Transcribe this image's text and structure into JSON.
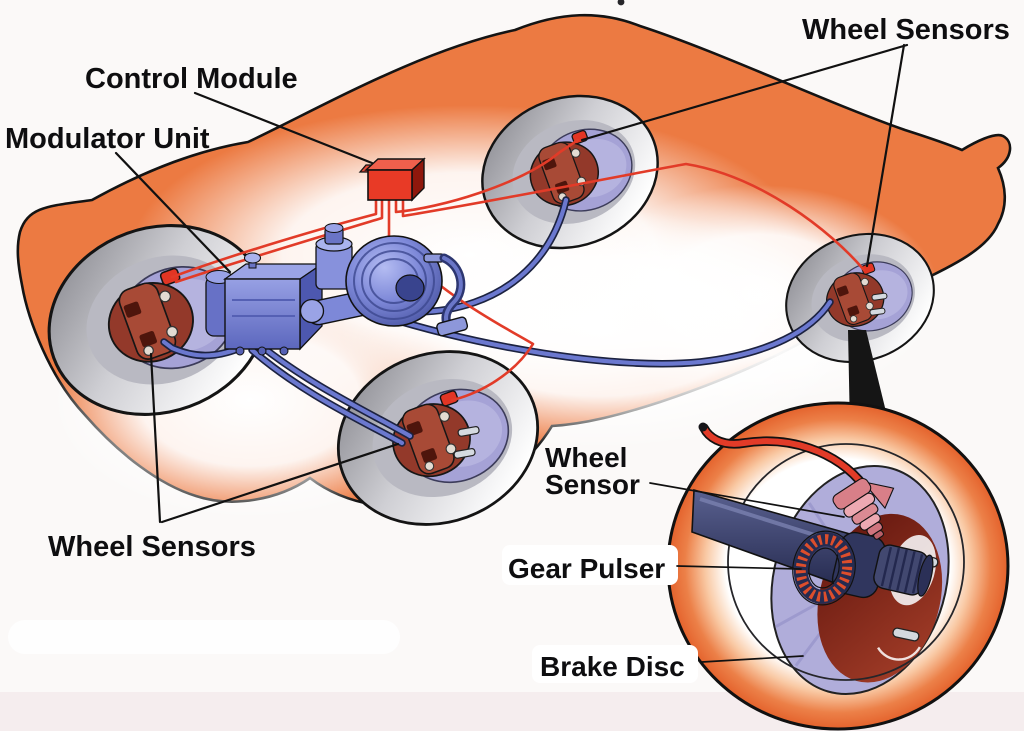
{
  "diagram": {
    "labels": {
      "control_module": "Control Module",
      "modulator_unit": "Modulator Unit",
      "wheel_sensors_top": "Wheel Sensors",
      "wheel_sensors_bottom": "Wheel Sensors"
    },
    "inset": {
      "wheel_sensor_line1": "Wheel",
      "wheel_sensor_line2": "Sensor",
      "gear_pulser": "Gear Pulser",
      "brake_disc": "Brake Disc"
    }
  },
  "colors": {
    "background": "#fbf9f8",
    "car_body_orange": "#ec7a42",
    "outline_black": "#141414",
    "wire_red": "#e23b28",
    "brake_line_blue": "#6b78cf",
    "brake_line_dark": "#1c2240",
    "control_module_red": "#e83a26",
    "component_blue": "#7d88d8",
    "hub_dark_red": "#93392a",
    "disc_purple": "#a5a2d6",
    "inset_ring_orange": "#e4622c",
    "sensor_pink": "#eda9b2",
    "label_text": "#0e0e10"
  }
}
